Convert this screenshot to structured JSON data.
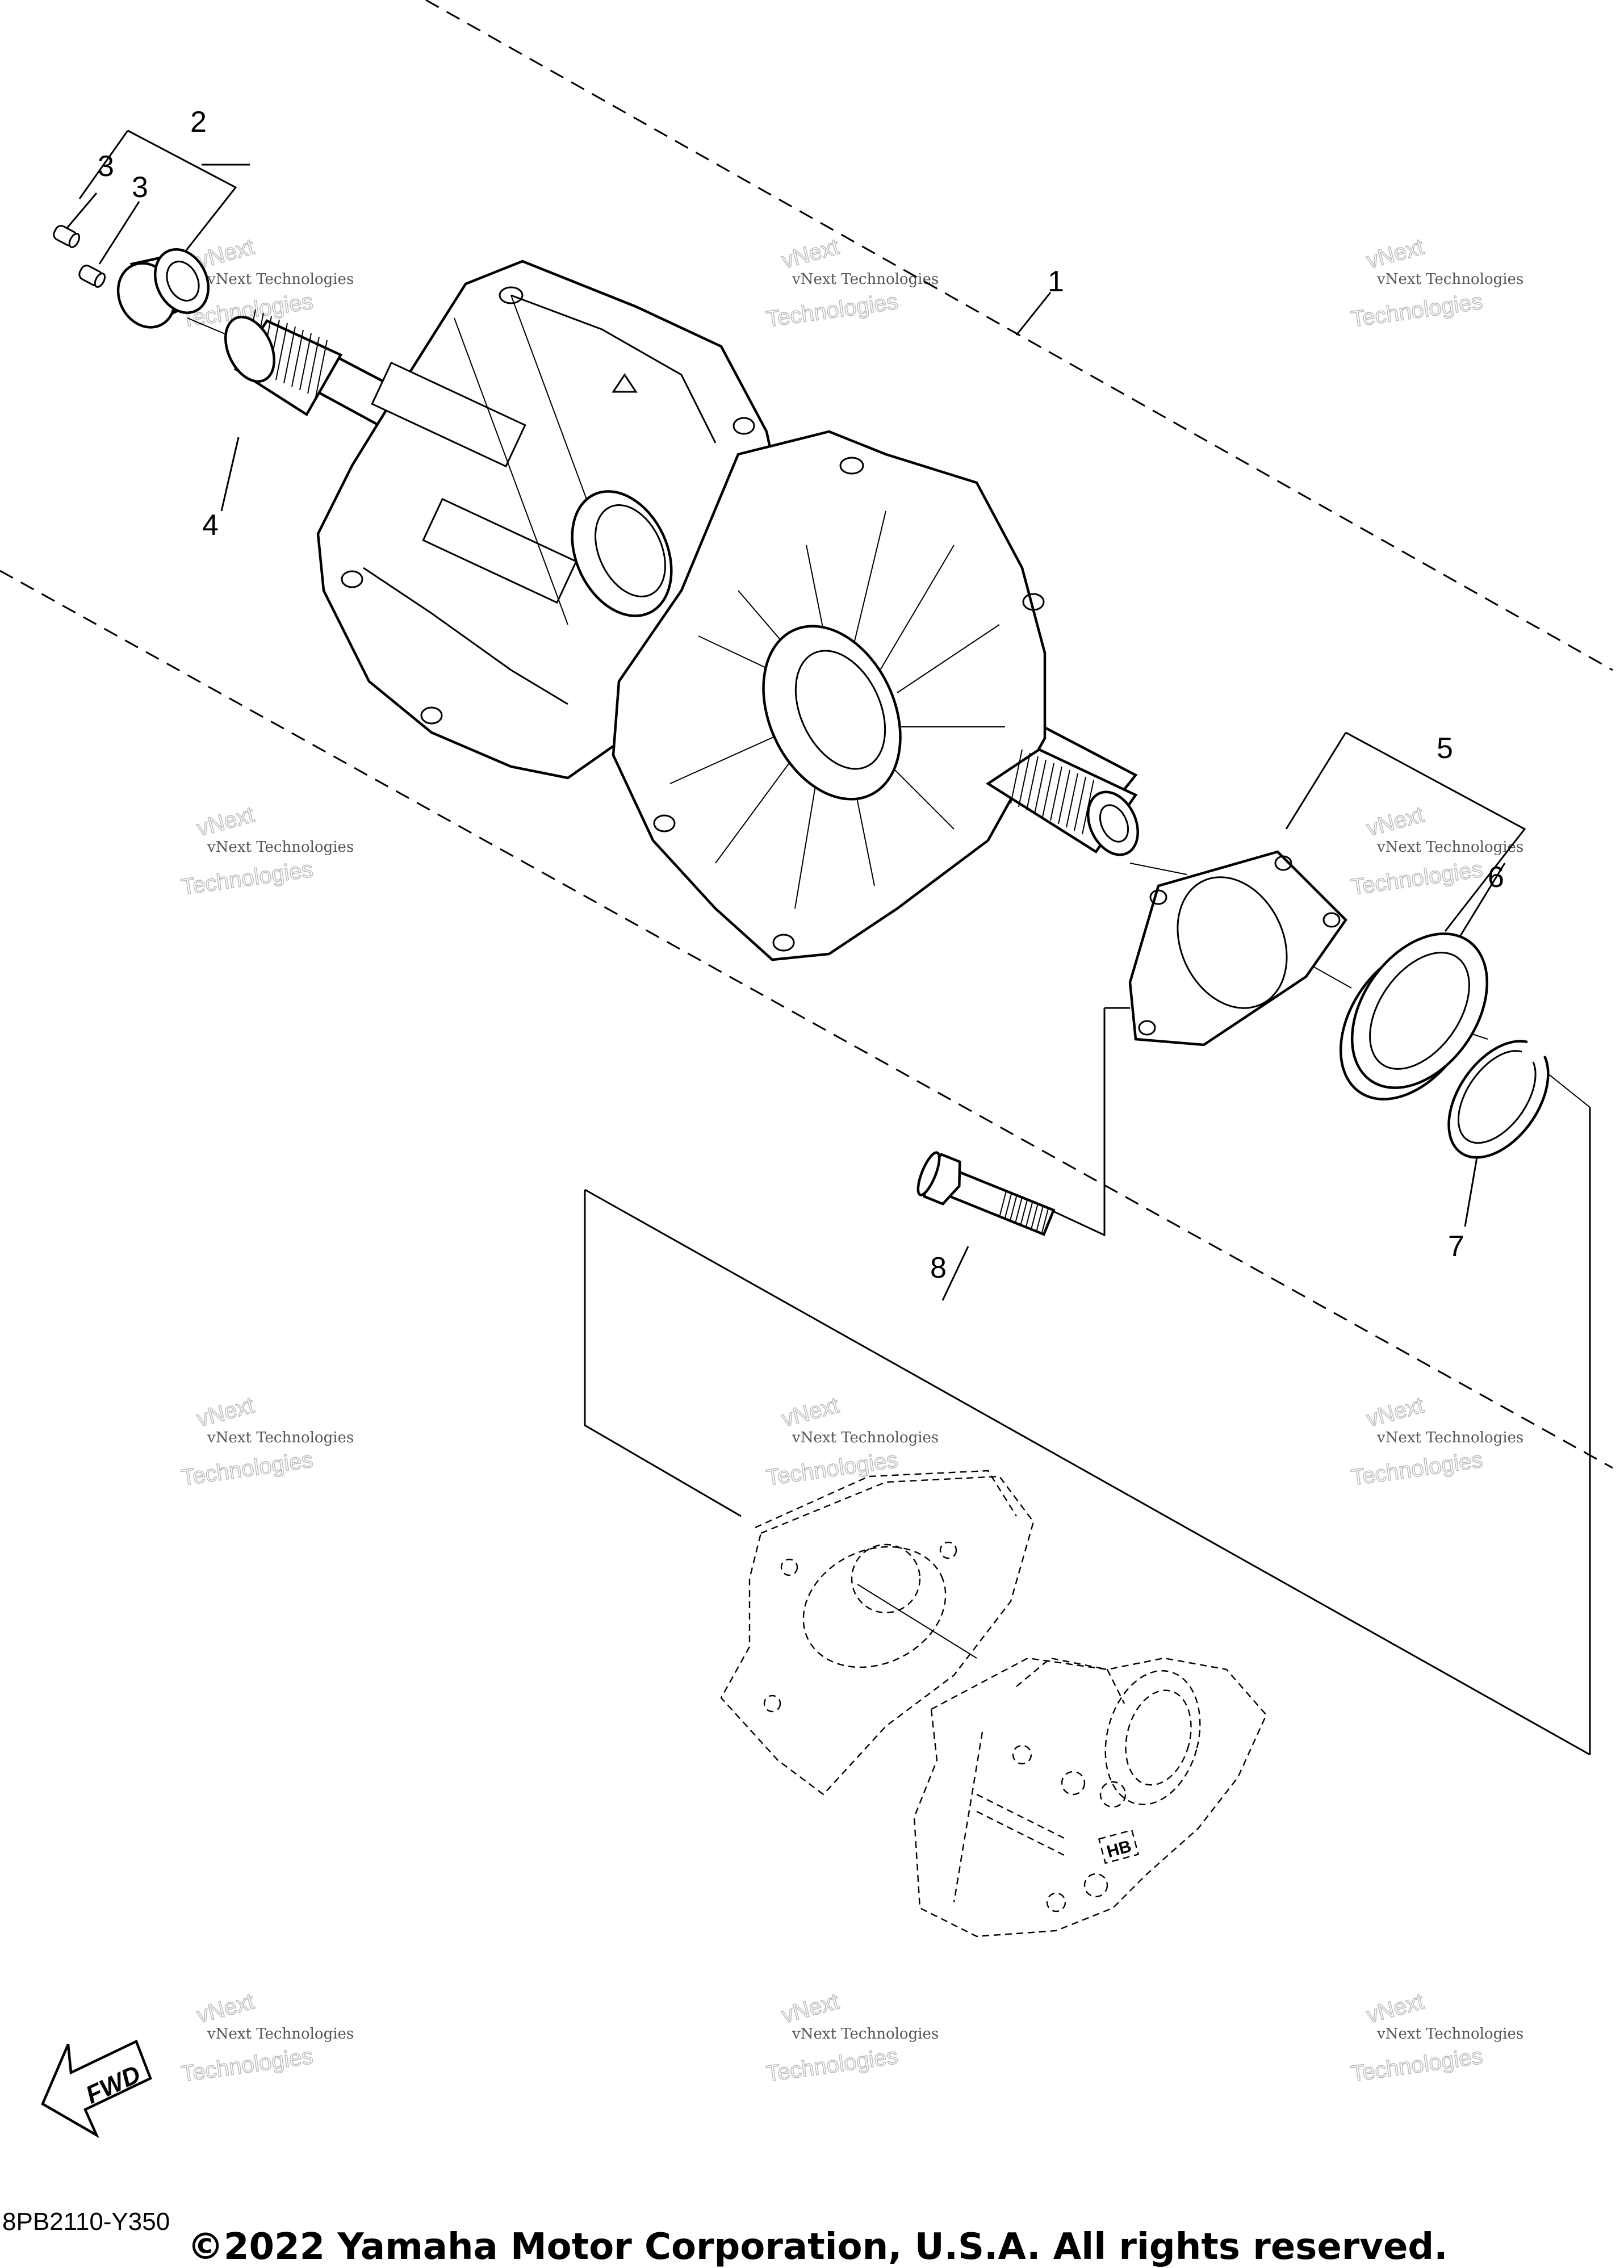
{
  "callouts": [
    {
      "id": "1",
      "label": "1"
    },
    {
      "id": "2",
      "label": "2"
    },
    {
      "id": "3a",
      "label": "3"
    },
    {
      "id": "3b",
      "label": "3"
    },
    {
      "id": "4",
      "label": "4"
    },
    {
      "id": "5",
      "label": "5"
    },
    {
      "id": "6",
      "label": "6"
    },
    {
      "id": "7",
      "label": "7"
    },
    {
      "id": "8",
      "label": "8"
    }
  ],
  "watermark": {
    "line1": "vNext Technologies",
    "line2": "vNext",
    "line3": "Technologies"
  },
  "fwd_label": "FWD",
  "hb_mark": "HB",
  "diagram_code": "8PB2110-Y350",
  "copyright": "©2022 Yamaha Motor Corporation, U.S.A. All rights reserved."
}
